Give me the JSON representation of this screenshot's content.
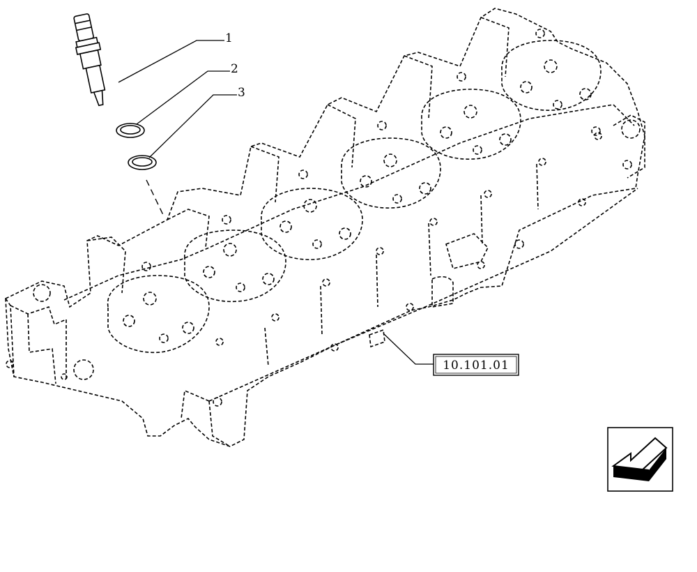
{
  "callouts": [
    {
      "number": "1"
    },
    {
      "number": "2"
    },
    {
      "number": "3"
    }
  ],
  "reference_box": {
    "text": "10.101.01"
  },
  "nav_icon": {
    "icon": "arrow-back-icon"
  }
}
